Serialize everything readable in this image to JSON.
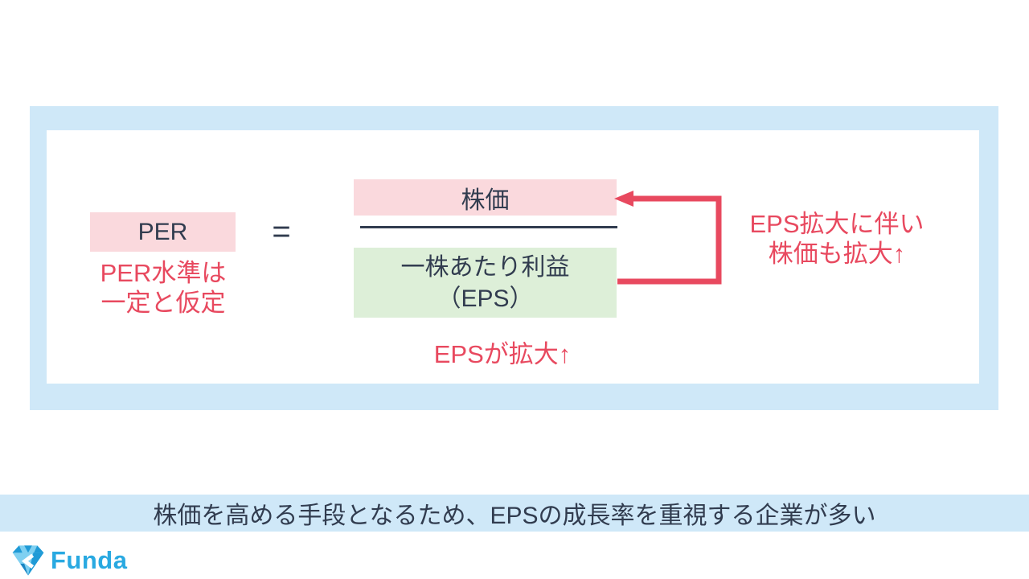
{
  "diagram": {
    "per_box_label": "PER",
    "per_caption_line1": "PER水準は",
    "per_caption_line2": "一定と仮定",
    "equals_sign": "=",
    "numerator_label": "株価",
    "denominator_line1": "一株あたり利益",
    "denominator_line2": "（EPS）",
    "eps_caption": "EPSが拡大↑",
    "arrow_note_line1": "EPS拡大に伴い",
    "arrow_note_line2": "株価も拡大↑"
  },
  "banner": {
    "text": "株価を高める手段となるため、EPSの成長率を重視する企業が多い"
  },
  "footer": {
    "logo_text": "Funda",
    "logo_icon": "funda-gem-icon"
  },
  "colors": {
    "frame_blue": "#cfe8f8",
    "banner_blue": "#cfe8f8",
    "box_pink": "#fad9dd",
    "box_green": "#ddefd8",
    "accent_red": "#e8495f",
    "text_navy": "#313c4f",
    "logo_blue": "#29a9e1",
    "logo_light_blue": "#7fd0f1"
  }
}
